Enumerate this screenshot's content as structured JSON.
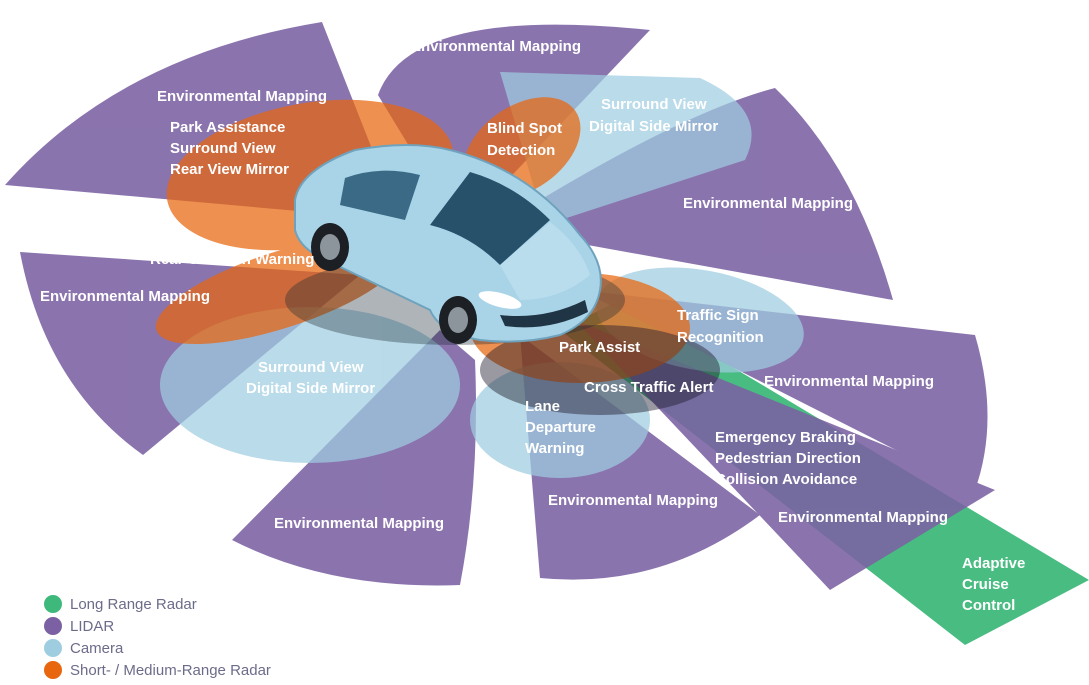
{
  "colors": {
    "long_range_radar": "#3fb87b",
    "lidar": "#7b61a3",
    "camera": "#9fcde0",
    "short_medium_radar": "#e8660e"
  },
  "labels": {
    "env_left": "Environmental Mapping",
    "env_top": "Environmental Mapping",
    "env_top_left": "Environmental Mapping",
    "env_right_upper": "Environmental Mapping",
    "env_right_mid": "Environmental Mapping",
    "env_right_lower": "Environmental Mapping",
    "env_bottom_center": "Environmental Mapping",
    "env_bottom_left": "Environmental Mapping",
    "park_assistance": [
      "Park Assistance",
      "Surround View",
      "Rear View Mirror"
    ],
    "blind_spot": [
      "Blind Spot",
      "Detection"
    ],
    "surround_view_front": [
      "Surround View",
      "Digital Side Mirror"
    ],
    "surround_view_rear": [
      "Surround View",
      "Digital Side Mirror"
    ],
    "rear_collision": "Rear Collision Warning",
    "traffic_sign": [
      "Traffic Sign",
      "Recognition"
    ],
    "park_assist": "Park Assist",
    "cross_traffic": "Cross Traffic Alert",
    "lane_departure": [
      "Lane",
      "Departure",
      "Warning"
    ],
    "emergency_braking": [
      "Emergency Braking",
      "Pedestrian Direction",
      "Collision Avoidance"
    ],
    "adaptive_cruise": [
      "Adaptive",
      "Cruise",
      "Control"
    ]
  },
  "legend": [
    {
      "label": "Long Range Radar",
      "color": "#3fb87b"
    },
    {
      "label": "LIDAR",
      "color": "#7b61a3"
    },
    {
      "label": "Camera",
      "color": "#9fcde0"
    },
    {
      "label": "Short- / Medium-Range Radar",
      "color": "#e8660e"
    }
  ]
}
